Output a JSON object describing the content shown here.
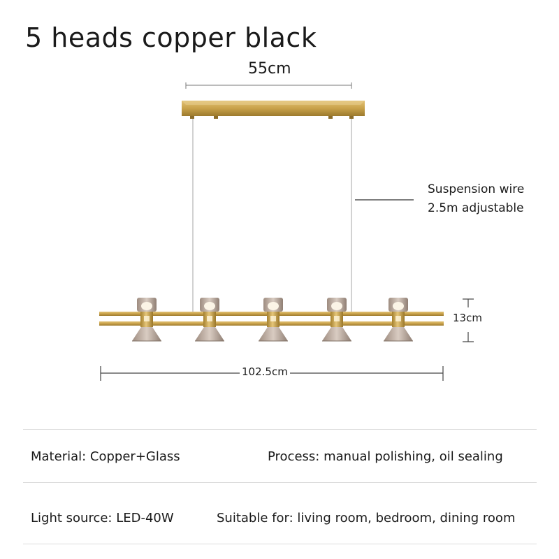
{
  "title": "5 heads copper black",
  "dimensions": {
    "top_width": "55cm",
    "height": "13cm",
    "width": "102.5cm"
  },
  "wire_note": {
    "line1": "Suspension wire",
    "line2": "2.5m adjustable"
  },
  "specs": {
    "material": "Material: Copper+Glass",
    "process": "Process: manual polishing, oil sealing",
    "light_source": "Light source: LED-40W",
    "suitable_for": "Suitable for: living room, bedroom, dining room"
  },
  "colors": {
    "brass": "#c9a24a",
    "glass": "#b7a596",
    "wire": "#bdbdbd",
    "line": "#555555"
  }
}
